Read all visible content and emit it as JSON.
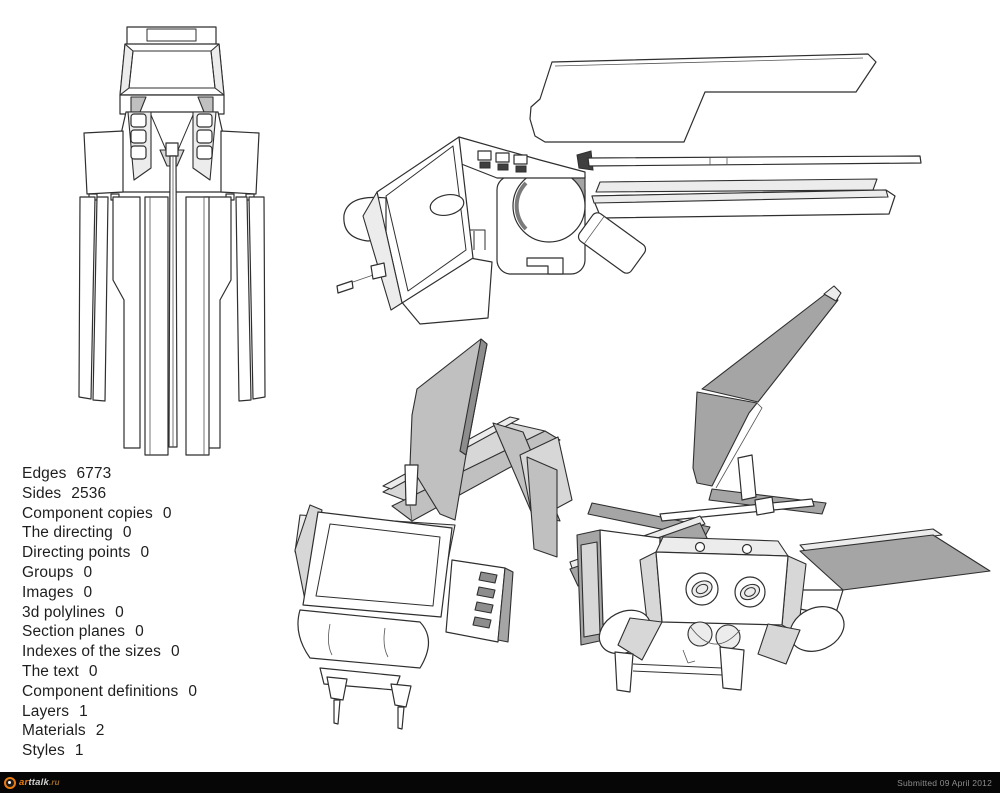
{
  "stats": {
    "items": [
      {
        "label": "Edges",
        "value": "6773"
      },
      {
        "label": "Sides",
        "value": "2536"
      },
      {
        "label": "Component copies",
        "value": "0"
      },
      {
        "label": "The directing",
        "value": "0"
      },
      {
        "label": "Directing points",
        "value": "0"
      },
      {
        "label": "Groups",
        "value": "0"
      },
      {
        "label": "Images",
        "value": "0"
      },
      {
        "label": "3d polylines",
        "value": "0"
      },
      {
        "label": "Section planes",
        "value": "0"
      },
      {
        "label": "Indexes of the sizes",
        "value": "0"
      },
      {
        "label": "The text",
        "value": "0"
      },
      {
        "label": "Component definitions",
        "value": "0"
      },
      {
        "label": "Layers",
        "value": "1"
      },
      {
        "label": "Materials",
        "value": "2"
      },
      {
        "label": "Styles",
        "value": "1"
      }
    ]
  },
  "footer": {
    "logo": {
      "accent_part": "ar",
      "mid_part": "ttalk",
      "domain_part": ".ru",
      "accent_color": "#e87b12",
      "mid_color": "#cfcfcf",
      "domain_color": "#9a6a28"
    },
    "submitted": "Submitted 09 April 2012",
    "bar_color": "#060606",
    "text_color": "#8c8c8c"
  },
  "colors": {
    "background": "#ffffff",
    "line": "#2f2f2f",
    "gray_light": "#ececec",
    "gray_mid": "#d7d7d7",
    "gray_dark": "#c0c0c0",
    "gray_wing": "#a5a5a5"
  }
}
